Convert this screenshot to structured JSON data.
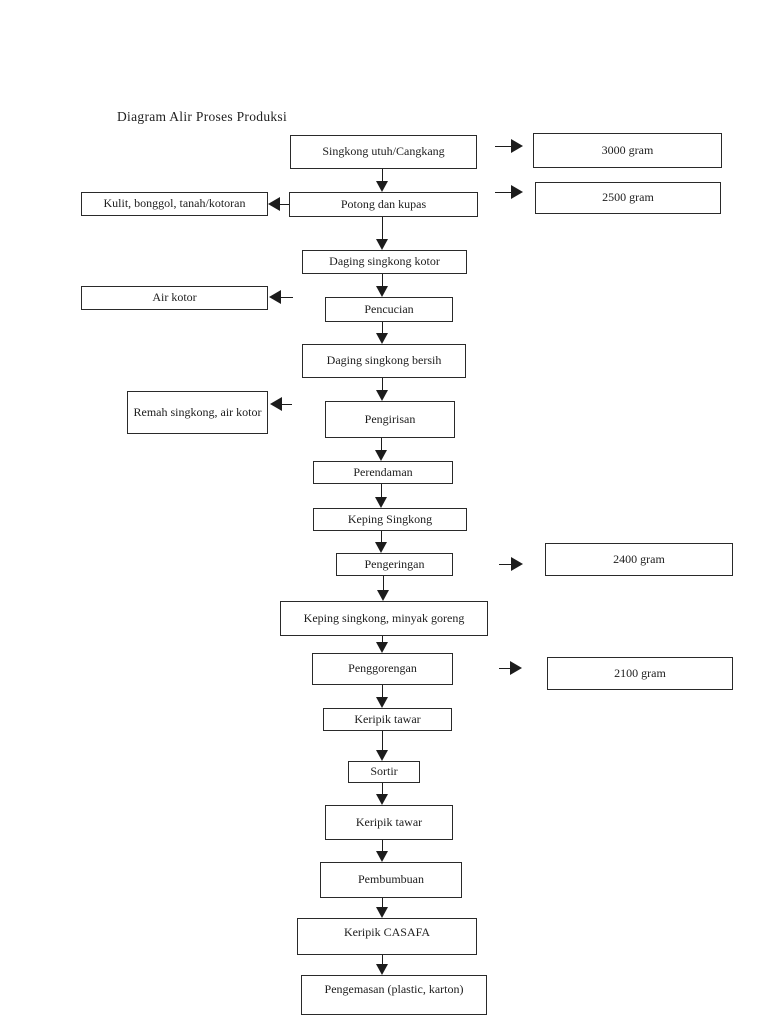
{
  "title": "Diagram Alir Proses Produksi",
  "colors": {
    "background": "#ffffff",
    "line": "#1c1c1c",
    "text": "#1a1a1a"
  },
  "flow": {
    "nodes": [
      {
        "label": "Singkong utuh/Cangkang"
      },
      {
        "label": "Potong dan kupas"
      },
      {
        "label": "Daging singkong kotor"
      },
      {
        "label": "Pencucian"
      },
      {
        "label": "Daging singkong bersih"
      },
      {
        "label": "Pengirisan"
      },
      {
        "label": "Perendaman"
      },
      {
        "label": "Keping Singkong"
      },
      {
        "label": "Pengeringan"
      },
      {
        "label": "Keping singkong, minyak goreng"
      },
      {
        "label": "Penggorengan"
      },
      {
        "label": "Keripik tawar"
      },
      {
        "label": "Sortir"
      },
      {
        "label": "Keripik tawar"
      },
      {
        "label": "Pembumbuan"
      },
      {
        "label": "Keripik CASAFA"
      },
      {
        "label": "Pengemasan (plastic, karton)"
      }
    ],
    "byproducts": [
      {
        "label": "Kulit, bonggol, tanah/kotoran",
        "from": "Potong dan kupas"
      },
      {
        "label": "Air kotor",
        "from": "Pencucian"
      },
      {
        "label": "Remah singkong, air kotor",
        "from": "Pengirisan"
      }
    ],
    "weights": [
      {
        "label": "3000 gram",
        "at": "Singkong utuh/Cangkang"
      },
      {
        "label": "2500 gram",
        "at": "Potong dan kupas"
      },
      {
        "label": "2400 gram",
        "at": "Pengeringan"
      },
      {
        "label": "2100 gram",
        "at": "Penggorengan"
      }
    ]
  }
}
